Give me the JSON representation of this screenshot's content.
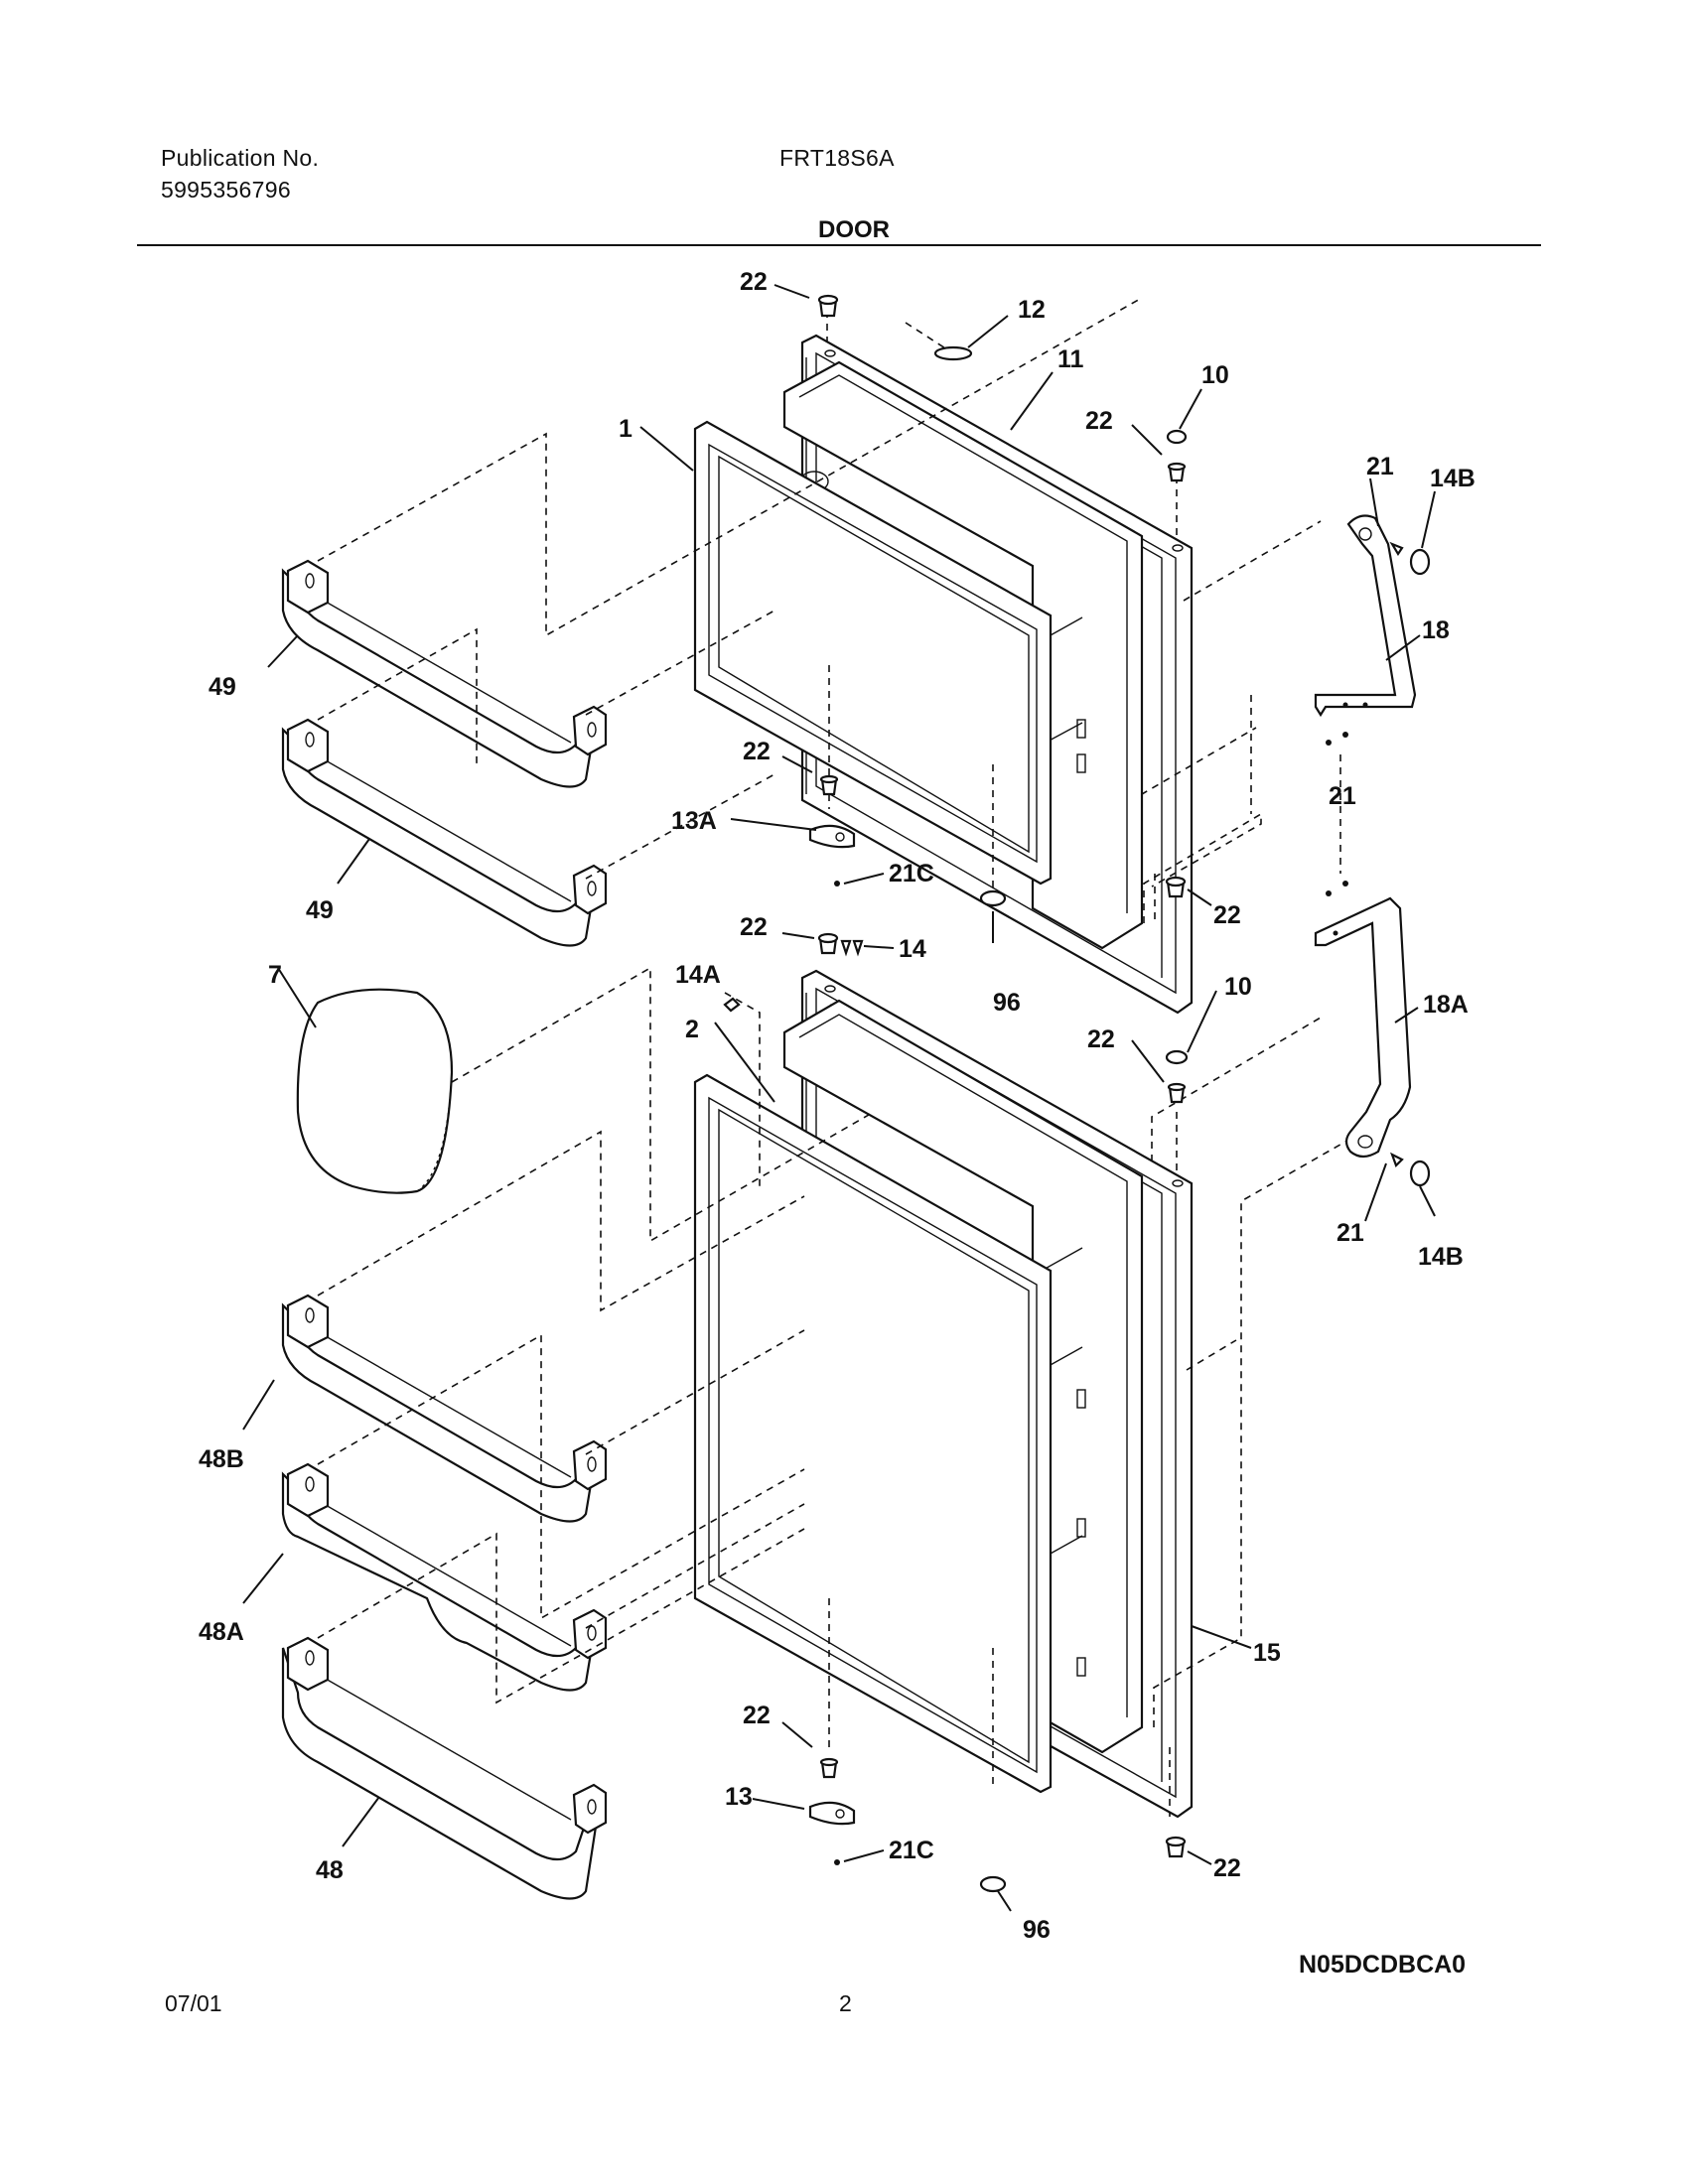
{
  "header": {
    "publication_label": "Publication No.",
    "publication_number": "5995356796",
    "model": "FRT18S6A",
    "section": "DOOR"
  },
  "labels": {
    "door_freezer": "1",
    "door_fresh_food": "2",
    "dairy_door": "7",
    "plug_10_top": "10",
    "plug_10_bottom": "10",
    "outer_panel_freezer": "11",
    "plug_12": "12",
    "stop_13": "13",
    "stop_13a": "13A",
    "screw_14": "14",
    "plug_14a": "14A",
    "plug_14b_top": "14B",
    "plug_14b_bottom": "14B",
    "outer_panel_fresh": "15",
    "hinge_18": "18",
    "hinge_18a": "18A",
    "screw_21_top": "21",
    "screw_21_mid": "21",
    "screw_21_bottom": "21",
    "screw_21c_top": "21C",
    "screw_21c_bottom": "21C",
    "bushing_22_a": "22",
    "bushing_22_b": "22",
    "bushing_22_c": "22",
    "bushing_22_d": "22",
    "bushing_22_e": "22",
    "bushing_22_f": "22",
    "bushing_22_g": "22",
    "bushing_22_h": "22",
    "washer_96_top": "96",
    "washer_96_bottom": "96",
    "shelf_48": "48",
    "shelf_48a": "48A",
    "shelf_48b": "48B",
    "shelf_49_top": "49",
    "shelf_49_bottom": "49"
  },
  "footer": {
    "date": "07/01",
    "page": "2",
    "drawing_code": "N05DCDBCA0"
  }
}
